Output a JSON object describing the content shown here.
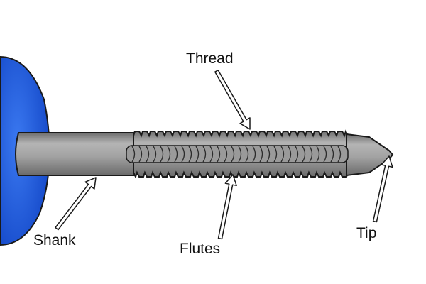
{
  "labels": {
    "thread": "Thread",
    "shank": "Shank",
    "flutes": "Flutes",
    "tip": "Tip"
  },
  "colors": {
    "handle_blue": "#1f63e8",
    "metal_light": "#b4b4b4",
    "metal_dark": "#7a7a7a",
    "outline": "#1a1a1a"
  }
}
